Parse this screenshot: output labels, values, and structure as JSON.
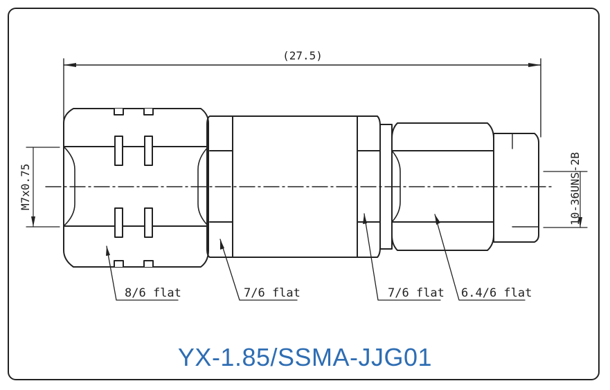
{
  "title": "YX-1.85/SSMA-JJG01",
  "dimensions": {
    "overall_length": "(27.5)",
    "left_thread": "M7x0.75",
    "right_thread": "10-36UNS-2B"
  },
  "flat_labels": [
    "8/6 flat",
    "7/6 flat",
    "7/6 flat",
    "6.4/6 flat"
  ],
  "colors": {
    "title": "#2e6db3",
    "line": "#222222"
  }
}
